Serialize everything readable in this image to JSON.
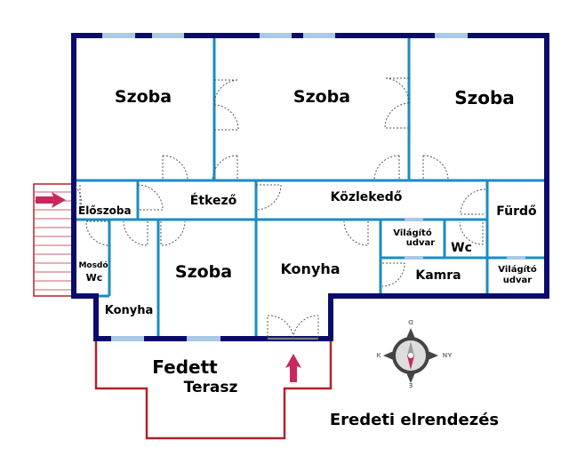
{
  "rooms": {
    "szoba1": "Szoba",
    "szoba2": "Szoba",
    "szoba3": "Szoba",
    "eloszoba": "Előszoba",
    "etkezo": "Étkező",
    "kozlekedo": "Közlekedő",
    "furdo": "Fürdő",
    "mosdo_line1": "Mosdó",
    "mosdo_line2": "Wc",
    "szoba4": "Szoba",
    "konyha1": "Konyha",
    "konyha2": "Konyha",
    "vilagito1_line1": "Világító",
    "vilagito1_line2": "udvar",
    "wc": "Wc",
    "kamra": "Kamra",
    "vilagito2_line1": "Világító",
    "vilagito2_line2": "udvar",
    "terasz_line1": "Fedett",
    "terasz_line2": "Terasz"
  },
  "compass": {
    "top": "D",
    "right": "NY",
    "bottom": "É",
    "left": "K"
  },
  "caption": "Eredeti elrendezés",
  "colors": {
    "outer_wall": "#0b0b6e",
    "inner_wall": "#1a8cc4",
    "terrace": "#b3202a",
    "arrow": "#c8285a"
  }
}
